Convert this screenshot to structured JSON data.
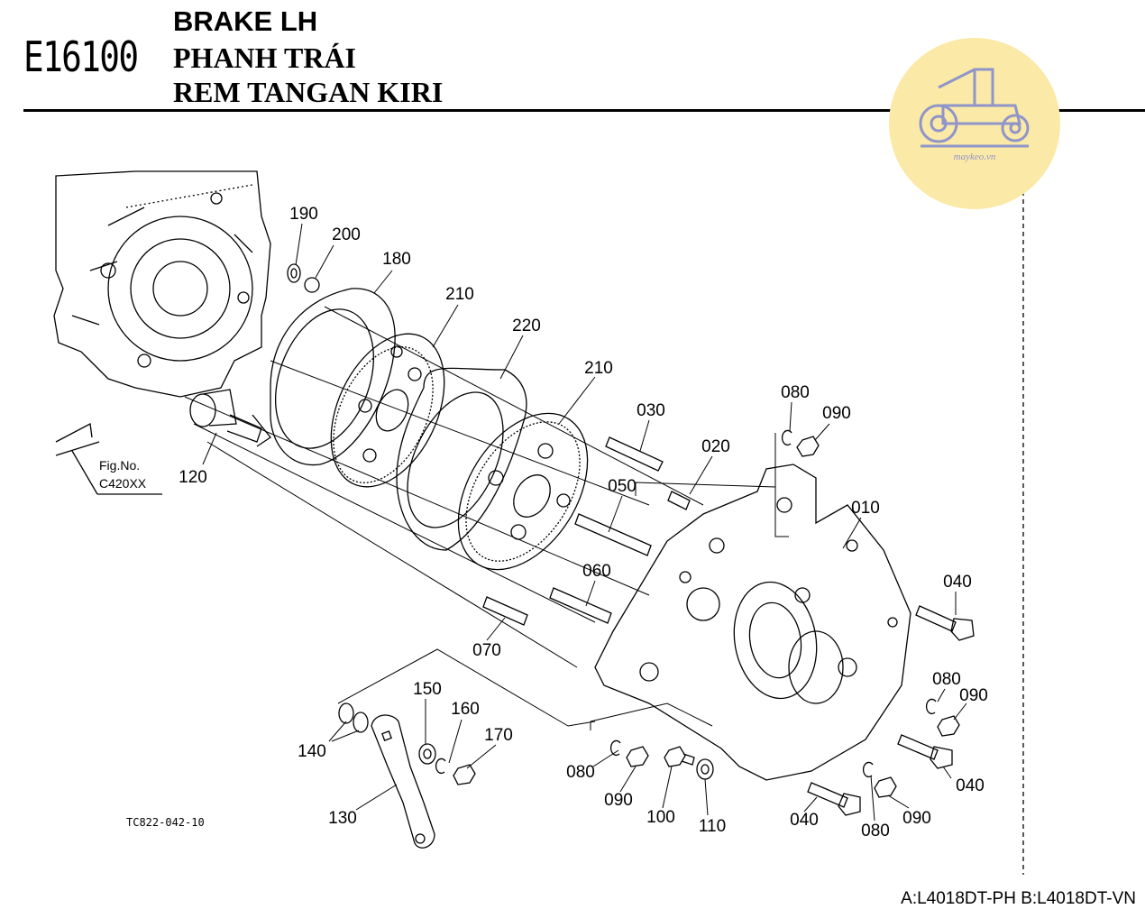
{
  "header": {
    "code": "E16100",
    "title_en": "BRAKE LH",
    "title_vi": "PHANH TRÁI",
    "title_id": "REM TANGAN KIRI"
  },
  "logo": {
    "icon": "tractor-icon",
    "text": "maykeo.vn",
    "color": "#fbe9a7",
    "accent": "#8f95c9"
  },
  "figure_ref": {
    "line1": "Fig.No.",
    "line2": "C420XX"
  },
  "drawing_number": "TC822-042-10",
  "variants": "A:L4018DT-PH B:L4018DT-VN",
  "parts": [
    {
      "no": "190"
    },
    {
      "no": "200"
    },
    {
      "no": "180"
    },
    {
      "no": "210"
    },
    {
      "no": "220"
    },
    {
      "no": "210"
    },
    {
      "no": "080"
    },
    {
      "no": "090"
    },
    {
      "no": "030"
    },
    {
      "no": "020"
    },
    {
      "no": "120"
    },
    {
      "no": "050"
    },
    {
      "no": "010"
    },
    {
      "no": "060"
    },
    {
      "no": "040"
    },
    {
      "no": "070"
    },
    {
      "no": "080"
    },
    {
      "no": "090"
    },
    {
      "no": "150"
    },
    {
      "no": "160"
    },
    {
      "no": "170"
    },
    {
      "no": "140"
    },
    {
      "no": "080"
    },
    {
      "no": "090"
    },
    {
      "no": "100"
    },
    {
      "no": "110"
    },
    {
      "no": "040"
    },
    {
      "no": "080"
    },
    {
      "no": "090"
    },
    {
      "no": "040"
    },
    {
      "no": "130"
    }
  ]
}
